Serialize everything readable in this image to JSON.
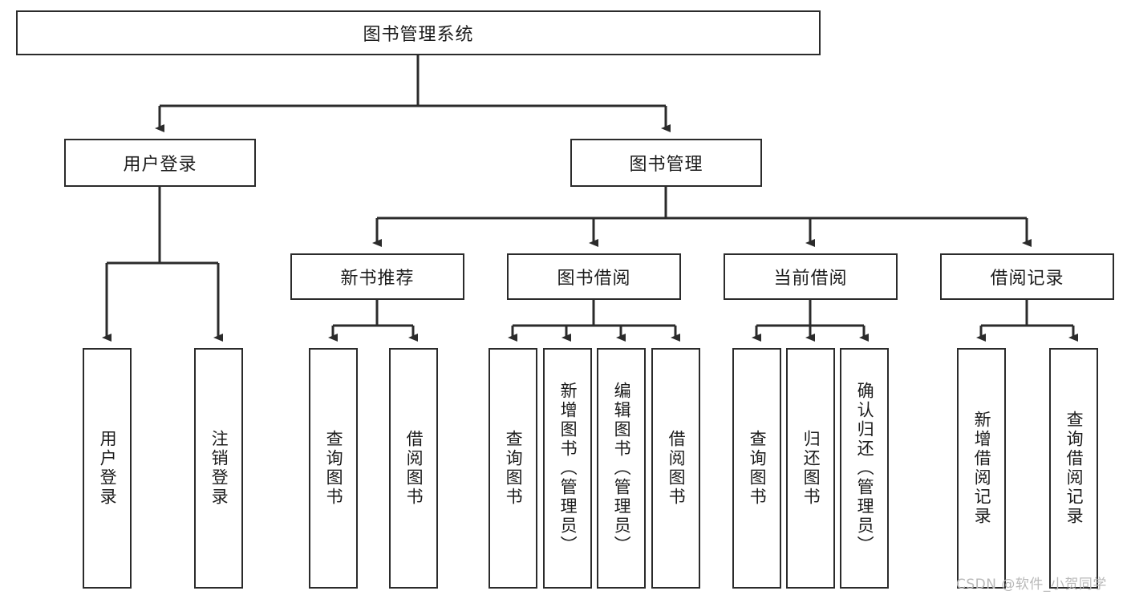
{
  "diagram": {
    "type": "tree-hierarchy-diagram",
    "title": "图书管理系统",
    "orientation": "top-down",
    "colors": {
      "box_border": "#2b2b2b",
      "box_fill": "#ffffff",
      "connector": "#2b2b2b",
      "text": "#1c1c1c",
      "background": "#ffffff",
      "watermark": "#b9b9b9"
    },
    "root": {
      "label": "图书管理系统"
    },
    "level2": [
      {
        "id": "user-login",
        "label": "用户登录"
      },
      {
        "id": "book-manage",
        "label": "图书管理"
      }
    ],
    "level3": [
      {
        "id": "new-book-recommend",
        "label": "新书推荐"
      },
      {
        "id": "book-borrow",
        "label": "图书借阅"
      },
      {
        "id": "current-borrow",
        "label": "当前借阅"
      },
      {
        "id": "borrow-record",
        "label": "借阅记录"
      }
    ],
    "leaves": {
      "user_login": [
        {
          "id": "leaf-user-login",
          "label": "用户登录"
        },
        {
          "id": "leaf-logout-login",
          "label": "注销登录"
        }
      ],
      "new_book_recommend": [
        {
          "id": "leaf-query-book-1",
          "label": "查询图书"
        },
        {
          "id": "leaf-borrow-book-1",
          "label": "借阅图书"
        }
      ],
      "book_borrow": [
        {
          "id": "leaf-query-book-2",
          "label": "查询图书"
        },
        {
          "id": "leaf-add-book",
          "label": "新增图书（管理员）"
        },
        {
          "id": "leaf-edit-book",
          "label": "编辑图书（管理员）"
        },
        {
          "id": "leaf-borrow-book-2",
          "label": "借阅图书"
        }
      ],
      "current_borrow": [
        {
          "id": "leaf-query-book-3",
          "label": "查询图书"
        },
        {
          "id": "leaf-return-book",
          "label": "归还图书"
        },
        {
          "id": "leaf-confirm-return",
          "label": "确认归还（管理员）"
        }
      ],
      "borrow_record": [
        {
          "id": "leaf-add-record",
          "label": "新增借阅记录"
        },
        {
          "id": "leaf-query-record",
          "label": "查询借阅记录"
        }
      ]
    }
  },
  "watermark": {
    "text": "CSDN @软件_小贺同学"
  }
}
